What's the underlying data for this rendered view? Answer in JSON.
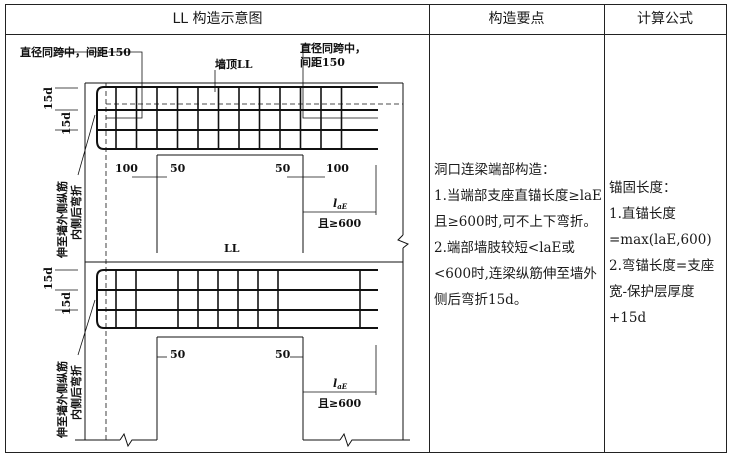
{
  "header": {
    "col1": "LL 构造示意图",
    "col2": "构造要点",
    "col3": "计算公式"
  },
  "diagram": {
    "top_left_note": "直径同跨中，间距150",
    "top_beam_label": "墙顶LL",
    "top_right_note_1": "直径同跨中，",
    "top_right_note_2": "间距150",
    "dim_15d": "15d",
    "dim_100": "100",
    "dim_50": "50",
    "anchor_label": "l",
    "anchor_sub": "aE",
    "anchor_cond": "且≥600",
    "side_note_1": "伸至墙外侧纵筋",
    "side_note_2": "内侧后弯折",
    "bottom_beam_label": "LL"
  },
  "points": {
    "title": "洞口连梁端部构造：",
    "item1": "1.当端部支座直锚长度≥laE且≥600时,可不上下弯折。",
    "item2": "2.端部墙肢较短<laE或<600时,连梁纵筋伸至墙外侧后弯折15d。"
  },
  "formula": {
    "title": "锚固长度：",
    "item1": "1.直锚长度=max(laE,600)",
    "item2": "2.弯锚长度=支座宽-保护层厚度+15d"
  }
}
